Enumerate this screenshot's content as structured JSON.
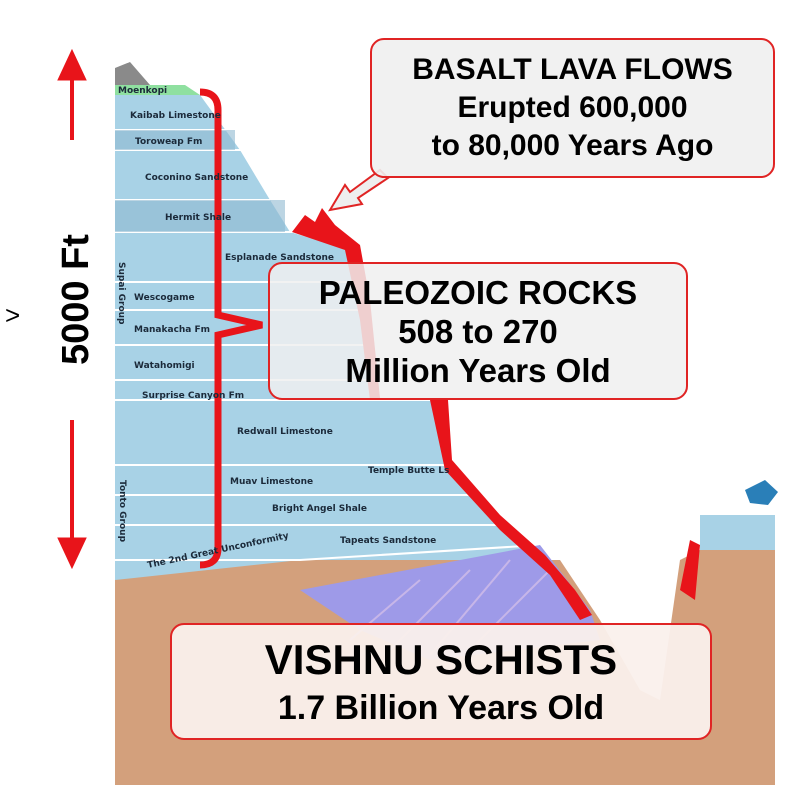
{
  "scale": {
    "label": "5000 Ft",
    "side_mark": ">"
  },
  "callouts": {
    "basalt": {
      "title": "BASALT LAVA FLOWS",
      "line2": "Erupted 600,000",
      "line3": "to 80,000 Years Ago"
    },
    "paleozoic": {
      "title": "PALEOZOIC ROCKS",
      "line2": "508 to 270",
      "line3": "Million Years Old"
    },
    "vishnu": {
      "title": "VISHNU SCHISTS",
      "line2": "1.7 Billion Years Old"
    }
  },
  "layers": {
    "moenkopi": "Moenkopi",
    "kaibab": "Kaibab Limestone",
    "toroweap": "Toroweap Fm",
    "coconino": "Coconino Sandstone",
    "hermit": "Hermit Shale",
    "esplanade": "Esplanade Sandstone",
    "wescogame": "Wescogame",
    "manakacha": "Manakacha Fm",
    "watahomigi": "Watahomigi",
    "surprise": "Surprise Canyon Fm",
    "redwall": "Redwall Limestone",
    "temple": "Temple Butte Ls",
    "muav": "Muav Limestone",
    "bright_angel": "Bright Angel Shale",
    "tapeats": "Tapeats Sandstone",
    "unconformity": "The 2nd Great Unconformity",
    "supai": "Supai Group",
    "tonto": "Tonto Group"
  },
  "colors": {
    "accent": "#e8141a",
    "paleozoic": "#a8d2e6",
    "basement": "#d3a07c",
    "grand_canyon_supergroup": "#9e9ae8",
    "moenkopi": "#8fe0a0"
  }
}
